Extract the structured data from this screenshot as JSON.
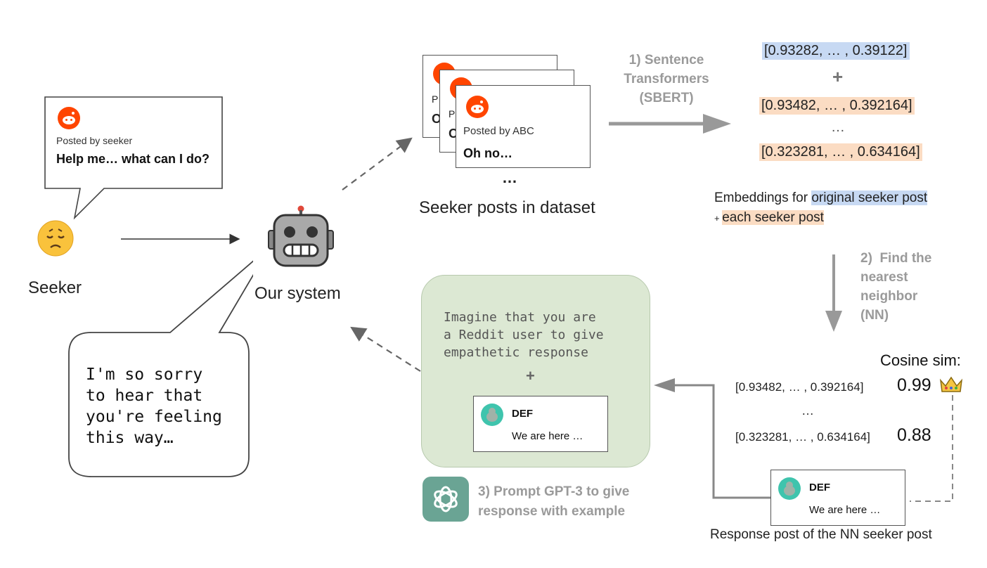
{
  "seeker": {
    "label": "Seeker",
    "post_meta": "Posted by seeker",
    "post_text": "Help me… what can I do?"
  },
  "system": {
    "label": "Our system",
    "reply_text": "I'm so sorry\nto hear that\nyou're feeling\nthis way…"
  },
  "dataset": {
    "back_card_meta": "P",
    "back_card_text": "O",
    "front_card_meta": "Posted by ABC",
    "front_card_text": "Oh no…",
    "ellipsis": "…",
    "label": "Seeker posts in dataset"
  },
  "step1": {
    "label": "1) Sentence\nTransformers\n(SBERT)"
  },
  "embeddings": {
    "original": "[0.93282, … , 0.39122]",
    "plus": "+",
    "row1": "[0.93482, … , 0.392164]",
    "dots": "…",
    "row2": "[0.323281, … , 0.634164]",
    "caption_prefix": "Embeddings for ",
    "caption_original": "original seeker post",
    "caption_plus": "+ ",
    "caption_each": "each seeker post"
  },
  "step2": {
    "label": "2)  Find the\nnearest\nneighbor\n(NN)"
  },
  "cosine": {
    "title": "Cosine sim:",
    "vec1": "[0.93482, … , 0.392164]",
    "score1": "0.99",
    "dots": "…",
    "vec2": "[0.323281, … , 0.634164]",
    "score2": "0.88"
  },
  "response_post": {
    "user": "DEF",
    "text": "We are here …",
    "caption": "Response post of the NN seeker post"
  },
  "prompt": {
    "text": "Imagine that you are\na Reddit user to give\nempathetic response",
    "plus": "+",
    "example_user": "DEF",
    "example_text": "We are here …"
  },
  "step3": {
    "label": "3) Prompt GPT-3 to give\nresponse with example"
  },
  "colors": {
    "reddit": "#ff4500",
    "highlight_blue": "#c7d9f3",
    "highlight_peach": "#fbdcc3",
    "prompt_bg": "#dce8d3",
    "openai_tile": "#6aa494",
    "avatar_teal": "#3fc4ad",
    "arrow_grey": "#9a9a9a"
  },
  "icons": {
    "seeker": "sad-face-icon",
    "system": "robot-icon",
    "reddit": "reddit-logo-icon",
    "crown": "crown-icon",
    "openai": "openai-logo-icon"
  }
}
